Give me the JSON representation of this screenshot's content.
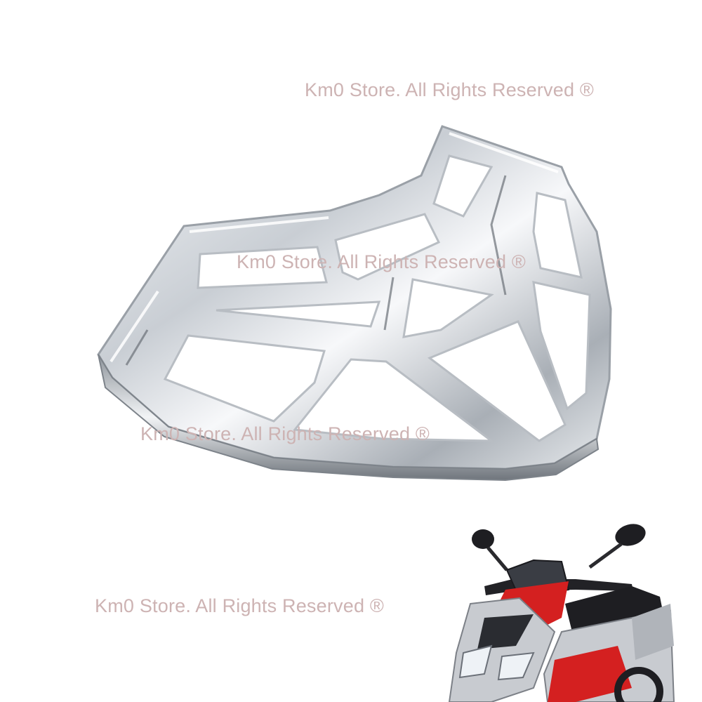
{
  "watermarks": [
    "Km0 Store. All Rights Reserved ®",
    "Km0 Store. All Rights Reserved ®",
    "Km0 Store. All Rights Reserved ®",
    "Km0 Store. All Rights Reserved ®"
  ],
  "product": {
    "item": "chrome rear luggage rack",
    "finish_color": "#d9dde2"
  },
  "inset_photo": {
    "subject": "motorcycle",
    "colors": {
      "body": "#d42020",
      "panel": "#c8cbd0",
      "dark": "#1e1e22"
    }
  }
}
